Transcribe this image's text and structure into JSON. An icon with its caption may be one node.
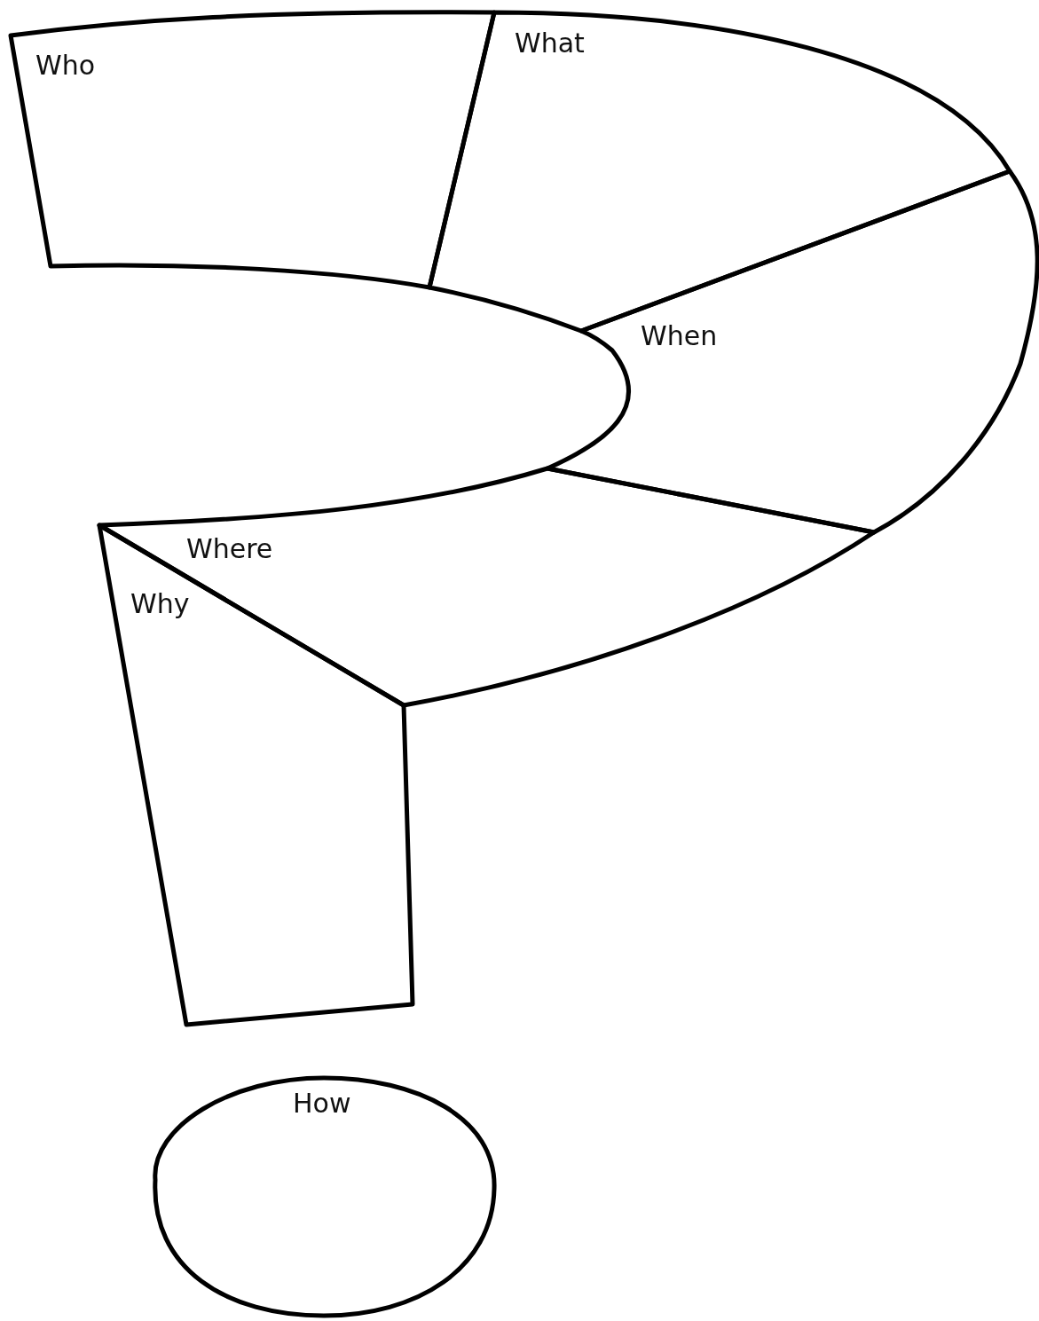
{
  "diagram": {
    "nodes": [
      {
        "text": [
          "Who"
        ]
      },
      {
        "text": [
          "What"
        ]
      },
      {
        "text": [
          "When"
        ]
      },
      {
        "text": [
          "Where"
        ]
      },
      {
        "text": [
          "Why"
        ]
      },
      {
        "text": [
          "How"
        ]
      }
    ]
  }
}
